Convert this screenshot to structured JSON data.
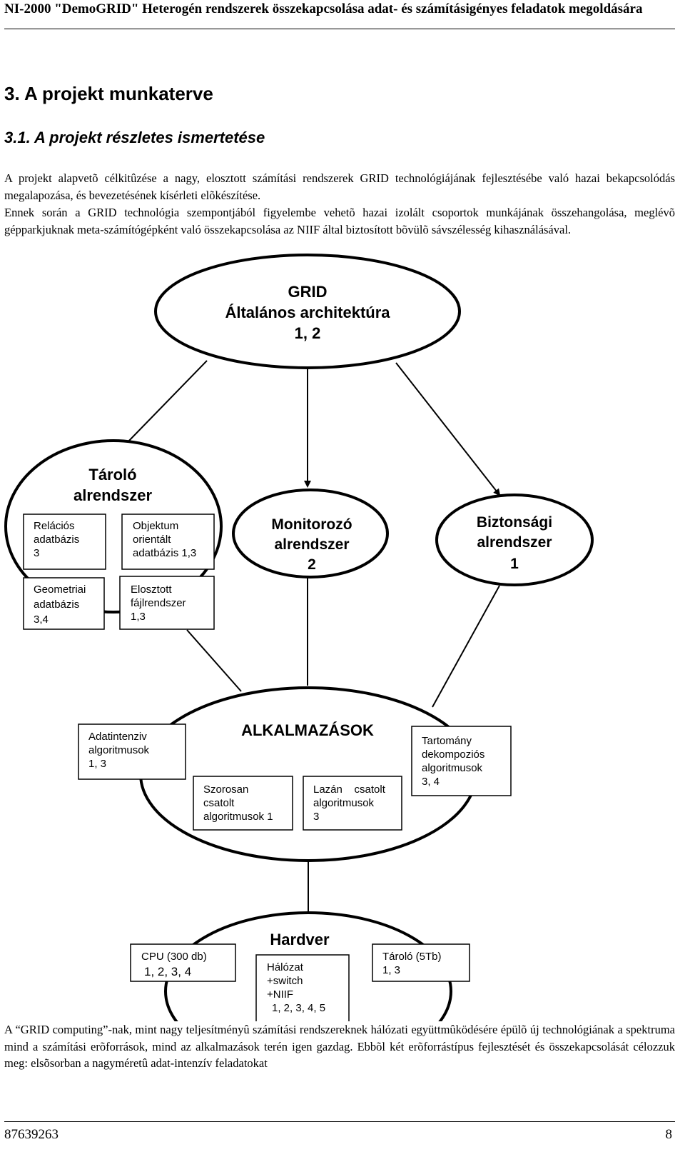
{
  "header": {
    "title": "NI-2000 \"DemoGRID\" Heterogén rendszerek összekapcsolása adat- és számításigényes feladatok megoldására"
  },
  "headings": {
    "h1": "3. A projekt munkaterve",
    "h2": "3.1. A projekt részletes ismertetése"
  },
  "intro": {
    "p1": "A projekt alapvetõ célkitûzése a nagy, elosztott számítási rendszerek GRID technológiájának fejlesztésébe való hazai bekapcsolódás megalapozása, és bevezetésének kísérleti elõkészítése.",
    "p2": "Ennek során a GRID technológia szempontjából figyelembe vehetõ hazai izolált csoportok munkájának összehangolása, meglévõ gépparkjuknak meta-számítógépként való összekapcsolása az NIIF által biztosított bõvülõ sávszélesség kihasználásával."
  },
  "diagram": {
    "grid": {
      "line1": "GRID",
      "line2": "Általános architektúra",
      "line3": "1, 2"
    },
    "storage": {
      "title1": "Tároló",
      "title2": "alrendszer",
      "relational": {
        "l1": "Relációs",
        "l2": "adatbázis",
        "l3": "3"
      },
      "object": {
        "l1": "Objektum",
        "l2": "orientált",
        "l3": "adatbázis 1,3"
      },
      "geometric": {
        "l1": "Geometriai",
        "l2": "adatbázis",
        "l3": "3,4"
      },
      "distributed": {
        "l1": "Elosztott",
        "l2": "fájlrendszer",
        "l3": "1,3"
      }
    },
    "monitoring": {
      "l1": "Monitorozó",
      "l2": "alrendszer",
      "l3": "2"
    },
    "security": {
      "l1": "Biztonsági",
      "l2": "alrendszer",
      "l3": "1"
    },
    "apps": {
      "title": "ALKALMAZÁSOK",
      "data_intensive": {
        "l1": "Adatintenziv",
        "l2": "algoritmusok",
        "l3": "1, 3"
      },
      "tight": {
        "l1": "Szorosan",
        "l2": "csatolt",
        "l3": "algoritmusok 1"
      },
      "loose": {
        "l1": "Lazán    csatolt",
        "l2": "algoritmusok",
        "l3": "3"
      },
      "domain": {
        "l1": "Tartomány",
        "l2": "dekompoziós",
        "l3": "algoritmusok",
        "l4": "3, 4"
      }
    },
    "hardware": {
      "title": "Hardver",
      "cpu": {
        "l1": "CPU (300 db)",
        "l2": "1, 2, 3, 4"
      },
      "network": {
        "l1": "Hálózat",
        "l2": "+switch",
        "l3": "+NIIF",
        "l4": "1, 2, 3, 4, 5"
      },
      "storage": {
        "l1": "Tároló (5Tb)",
        "l2": "1, 3"
      }
    }
  },
  "outro": {
    "p1": "A “GRID computing”-nak, mint nagy teljesítményû számítási rendszereknek hálózati együttmûködésére épülõ új technológiának a spektruma mind a számítási erõforrások, mind az alkalmazások terén igen gazdag. Ebbõl két erõforrástípus fejlesztését és összekapcsolását célozzuk meg: elsõsorban a nagyméretû adat-intenzív feladatokat"
  },
  "footer": {
    "left": "87639263",
    "right": "8"
  }
}
